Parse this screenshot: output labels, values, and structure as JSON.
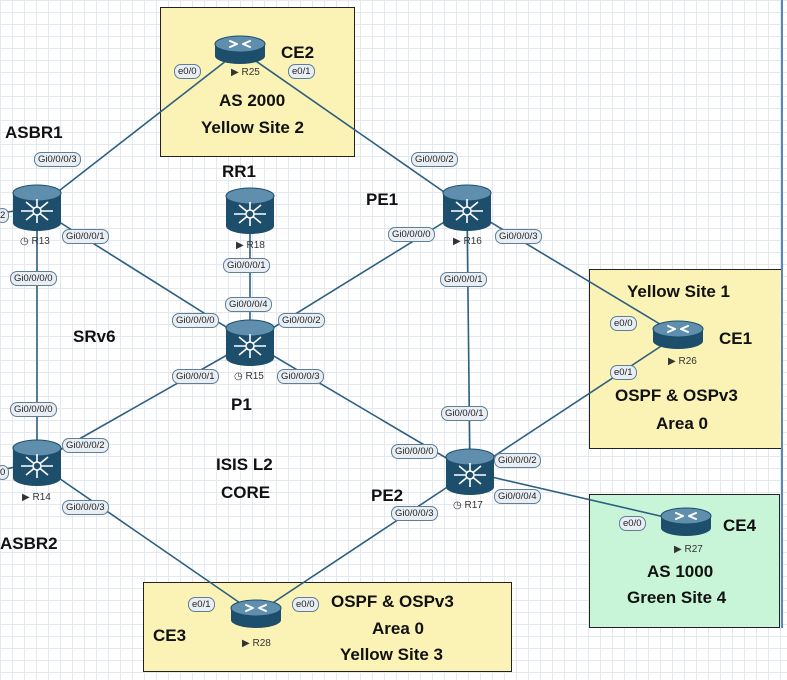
{
  "sites": {
    "ce2_box": {
      "line1": "AS 2000",
      "line2": "Yellow Site 2",
      "color": "#fbf2b6"
    },
    "site1_box": {
      "title": "Yellow Site 1",
      "line1": "OSPF & OSPv3",
      "line2": "Area 0",
      "color": "#fbf2b6"
    },
    "site4_box": {
      "line1": "AS 1000",
      "line2": "Green Site 4",
      "color": "#c8f5d8"
    },
    "site3_box": {
      "line1": "OSPF & OSPv3",
      "line2": "Area 0",
      "line3": "Yellow Site 3",
      "color": "#fbf2b6"
    }
  },
  "labels": {
    "asbr1": "ASBR1",
    "rr1": "RR1",
    "pe1": "PE1",
    "srv6": "SRv6",
    "p1": "P1",
    "isis1": "ISIS L2",
    "isis2": "CORE",
    "pe2": "PE2",
    "asbr2": "ASBR2",
    "ce1": "CE1",
    "ce2": "CE2",
    "ce3": "CE3",
    "ce4": "CE4"
  },
  "routers": {
    "r25": "R25",
    "r13": "R13",
    "r18": "R18",
    "r16": "R16",
    "r15": "R15",
    "r26": "R26",
    "r14": "R14",
    "r17": "R17",
    "r27": "R27",
    "r28": "R28"
  },
  "ifaces": {
    "r25_e00": "e0/0",
    "r25_e01": "e0/1",
    "r13_g3": "Gi0/0/0/3",
    "r13_g1": "Gi0/0/0/1",
    "r13_g0": "Gi0/0/0/0",
    "r18_g1": "Gi0/0/0/1",
    "r16_g2": "Gi0/0/0/2",
    "r16_g0": "Gi0/0/0/0",
    "r16_g3": "Gi0/0/0/3",
    "r16_g1": "Gi0/0/0/1",
    "r15_g4": "Gi0/0/0/4",
    "r15_g0": "Gi0/0/0/0",
    "r15_g2": "Gi0/0/0/2",
    "r15_g1": "Gi0/0/0/1",
    "r15_g3": "Gi0/0/0/3",
    "r26_e00": "e0/0",
    "r26_e01": "e0/1",
    "r14_g0": "Gi0/0/0/0",
    "r14_g2": "Gi0/0/0/2",
    "r14_g3": "Gi0/0/0/3",
    "r17_g1": "Gi0/0/0/1",
    "r17_g0": "Gi0/0/0/0",
    "r17_g2": "Gi0/0/0/2",
    "r17_g4": "Gi0/0/0/4",
    "r17_g3": "Gi0/0/0/3",
    "r27_e00": "e0/0",
    "r28_e01": "e0/1",
    "r28_e00": "e0/0",
    "left_r13": "2",
    "left_r14": "0"
  },
  "colors": {
    "link": "#2d5f80",
    "router_body": "#1d4f6c",
    "router_top": "#5f8fad",
    "selection_bar": "#5a86b8"
  }
}
